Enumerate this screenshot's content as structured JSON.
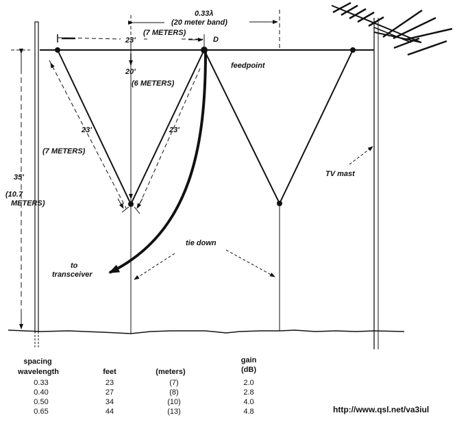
{
  "diagram": {
    "labels": {
      "spacing_wavelength": "0.33λ",
      "spacing_band": "(20 meter band)",
      "top_span_feet": "23'",
      "top_span_meters": "(7 METERS)",
      "point_d": "D",
      "drop_feet": "20'",
      "drop_meters": "(6 METERS)",
      "feedpoint": "feedpoint",
      "left_leg_feet": "23'",
      "left_leg_meters": "(7 METERS)",
      "right_leg_feet": "23'",
      "height_feet": "35'",
      "height_meters_line1": "(10.7",
      "height_meters_line2": "METERS)",
      "tv_mast": "TV mast",
      "tie_down": "tie down",
      "to_transceiver_line1": "to",
      "to_transceiver_line2": "transceiver"
    },
    "colors": {
      "ink": "#111111",
      "background": "#ffffff"
    }
  },
  "table": {
    "headers": {
      "spacing_line1": "spacing",
      "spacing_line2": "wavelength",
      "feet": "feet",
      "meters": "(meters)",
      "gain_line1": "gain",
      "gain_line2": "(dB)"
    },
    "rows": [
      {
        "spacing": "0.33",
        "feet": "23",
        "meters": "(7)",
        "gain": "2.0"
      },
      {
        "spacing": "0.40",
        "feet": "27",
        "meters": "(8)",
        "gain": "2.8"
      },
      {
        "spacing": "0.50",
        "feet": "34",
        "meters": "(10)",
        "gain": "4.0"
      },
      {
        "spacing": "0.65",
        "feet": "44",
        "meters": "(13)",
        "gain": "4.8"
      }
    ]
  },
  "footer": {
    "url": "http://www.qsl.net/va3iul"
  }
}
